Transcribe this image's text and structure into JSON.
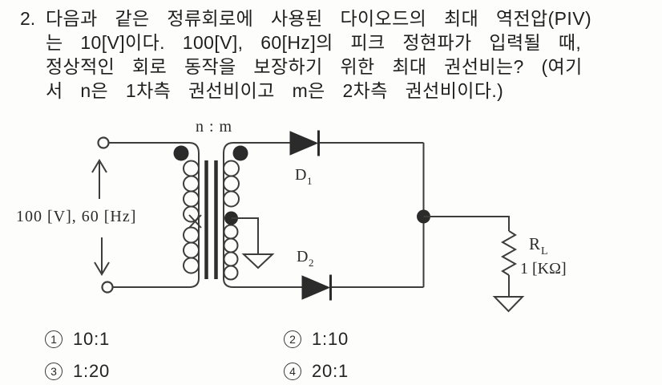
{
  "question": {
    "number": "2.",
    "lines": [
      "다음과 같은 정류회로에 사용된 다이오드의 최대 역전압(PIV)",
      "는 10[V]이다. 100[V], 60[Hz]의 피크 정현파가 입력될 때,",
      "정상적인 회로 동작을 보장하기 위한 최대 권선비는? (여기",
      "서 n은 1차측 권선비이고 m은 2차측 권선비이다.)"
    ]
  },
  "circuit": {
    "turns_ratio": "n : m",
    "source": "100 [V], 60 [Hz]",
    "d1": "D",
    "d1_sub": "1",
    "d2": "D",
    "d2_sub": "2",
    "rl": "R",
    "rl_sub": "L",
    "rl_value": "1 [KΩ]"
  },
  "options": [
    {
      "num": "1",
      "ratio": "10:1"
    },
    {
      "num": "2",
      "ratio": "1:10"
    },
    {
      "num": "3",
      "ratio": "1:20"
    },
    {
      "num": "4",
      "ratio": "20:1"
    }
  ],
  "colors": {
    "ink": "#2b2b2b",
    "wire": "#3d3d3d",
    "background": "#fdfdfc"
  }
}
